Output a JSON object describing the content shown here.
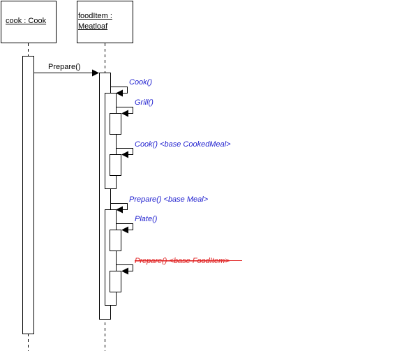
{
  "lifelines": [
    {
      "name": "cook : Cook"
    },
    {
      "name_line1": "foodItem :",
      "name_line2": "Meatloaf"
    }
  ],
  "messages": {
    "prepare": "Prepare()",
    "cook": "Cook()",
    "grill": "Grill()",
    "cook_base": "Cook() <base CookedMeal>",
    "prepare_base": "Prepare() <base Meal>",
    "plate": "Plate()",
    "prepare_struck": "Prepare() <base FoodItem>"
  },
  "colors": {
    "call_text": "#000000",
    "self_call_text": "#1f1fcf",
    "struck_text": "#e02020",
    "line": "#000000"
  }
}
